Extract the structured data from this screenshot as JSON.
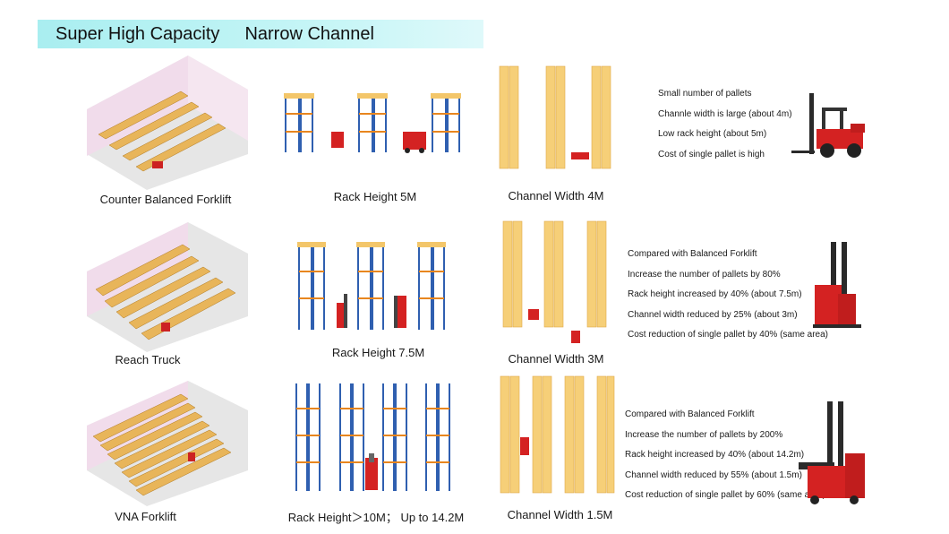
{
  "title": {
    "left": "Super High Capacity",
    "right": "Narrow Channel"
  },
  "rows": [
    {
      "forklift_label": "Counter Balanced Forklift",
      "rack_label": "Rack Height 5M",
      "channel_label": "Channel Width 4M",
      "notes": [
        "Small number of pallets",
        "Channle width is large (about 4m)",
        "Low rack height (about 5m)",
        "Cost of single pallet is high"
      ]
    },
    {
      "forklift_label": "Reach Truck",
      "rack_label": "Rack Height 7.5M",
      "channel_label": "Channel Width 3M",
      "notes": [
        "Compared with Balanced Forklift",
        "Increase the number of pallets by 80%",
        "Rack height increased by 40% (about 7.5m)",
        "Channel width reduced by 25% (about 3m)",
        "Cost reduction of single pallet by 40% (same area)"
      ]
    },
    {
      "forklift_label": "VNA Forklift",
      "rack_label": "Rack Height＞10M； Up to 14.2M",
      "channel_label": "Channel Width 1.5M",
      "notes": [
        "Compared with Balanced Forklift",
        "Increase the number of pallets by 200%",
        "Rack height increased by 40% (about 14.2m)",
        "Channel width reduced by 55% (about 1.5m)",
        "Cost reduction of single pallet by 60% (same area)"
      ]
    }
  ],
  "colors": {
    "banner": "#b5f0f2",
    "upright": "#2f5fb0",
    "beam": "#e8861e",
    "pallet": "#f3c66a",
    "forklift_red": "#d42222",
    "wall": "#f1dceb"
  }
}
